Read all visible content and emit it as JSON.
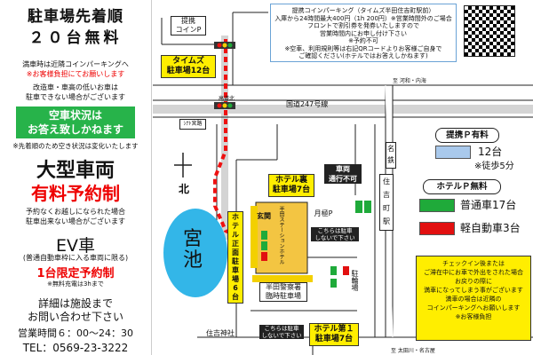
{
  "left": {
    "title": "駐車場先着順",
    "title2": "２０台無料",
    "full_note": "満車時は近隣コインパーキングへ",
    "full_note_red": "※お客様負担にてお願いします",
    "low_car_1": "改造車・車高の低いお車は",
    "low_car_2": "駐車できない場合がございます",
    "status_btn_1": "空車状況は",
    "status_btn_2": "お答え致しかねます",
    "status_note": "※先着順のため空き状況は変化いたします",
    "large_title": "大型車両",
    "large_sub": "有料予約制",
    "large_note_1": "予約なくお越しになられた場合",
    "large_note_2": "駐車出来ない場合がございます",
    "ev_title": "EV車",
    "ev_note": "(普通自動車枠に入る車両に限る)",
    "ev_sub": "1台限定予約制",
    "ev_small": "※無料充電は3hまで",
    "detail_1": "詳細は施設まで",
    "detail_2": "お問い合わせ下さい",
    "hours": "営業時間６：00〜24：30",
    "tel": "TEL：0569-23-3222"
  },
  "map": {
    "coin_partner": "提携\nコインP",
    "times": "タイムズ\n駐車場12台",
    "koudoukita": "高道北",
    "kokudou": "国道247号線",
    "shitei": "ｼﾅﾄ宮路",
    "north": "北",
    "pond": "宮\n池",
    "hotel_back": "ホテル裏\n駐車場7台",
    "one_way": "車両\n通行不可",
    "genkan": "玄関",
    "hotel_front": "ホテル\n正面\n駐車場\n6台",
    "station_hotel": "半田ステーションホテル",
    "monthly": "月極P",
    "no_park_1": "こちらは駐車\nしないで下さい",
    "handa_police": "半田警察署\n臨時駐車場",
    "parking_lot": "駐輪場",
    "no_park_2": "こちらは駐車\nしないで下さい",
    "hotel_dai1": "ホテル第１\n駐車場7台",
    "sumiyoshi_shrine": "住吉神社",
    "sumiyoshi_station": "住\n吉\n町\n駅",
    "meitetsu": "名\n鉄",
    "to_kowa": "至 河和・内海",
    "to_otagawa": "至 太田川・名古屋"
  },
  "info": {
    "title": "提携コインパーキング（タイムズ半田住吉町駅前）",
    "line1": "入庫から24時間最大400円（1h 200円）※営業時間外のご場合",
    "line2": "フロントで割引券を発券いたしますので",
    "line3": "営業時間内にお申し付け下さい",
    "line4": "※予約不可",
    "line5": "※空車、利用規則等は右記QRコードよりお客様ご自身で",
    "line6": "ご確認ください(ホテルではお答えしかねます)"
  },
  "legend": {
    "paid_title": "提携Ｐ有料",
    "paid_count": "12台",
    "paid_walk": "※徒歩5分",
    "free_title": "ホテルＰ無料",
    "regular": "普通車17台",
    "kei": "軽自動車3台"
  },
  "checkin": {
    "l1": "チェックイン後または",
    "l2": "ご滞在中にお車で外出をされた場合",
    "l3": "お戻りの際に",
    "l4": "満車になってしまう事がございます",
    "l5": "満車の場合は近隣の",
    "l6": "コインパーキングへお願いします",
    "l7": "※お客様負担"
  },
  "colors": {
    "red_route": "#e11",
    "yellow": "#f3d000",
    "blue_swatch": "#a9c9ec",
    "green_swatch": "#1faa3a",
    "red_swatch": "#e21010",
    "pond": "#33b6e8",
    "status_green": "#27b34a"
  }
}
